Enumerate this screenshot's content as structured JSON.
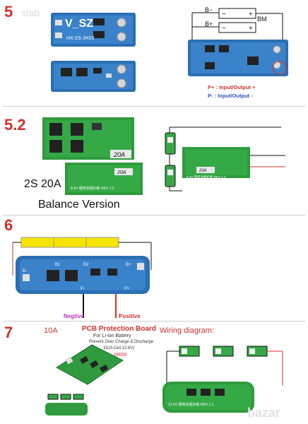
{
  "sections": [
    {
      "number": "5"
    },
    {
      "number": "5.2"
    },
    {
      "number": "6"
    },
    {
      "number": "7"
    }
  ],
  "watermarks": {
    "top": "stab",
    "bottom_right": "bazar"
  },
  "sec5": {
    "board_top_label": "V_SZ",
    "board_top_model": "HX-2S-JH10",
    "diagram": {
      "b_minus": "B−",
      "b_plus": "B+",
      "bm": "BM",
      "minus": "−",
      "plus": "+",
      "p_plus": "P+ : Input/Output +",
      "p_minus": "P-  : Input/Output -"
    }
  },
  "sec52": {
    "rating_20a": "20A",
    "label_main": "2S 20A",
    "label_sub": "Balance Version",
    "board_text": "8.4V 锂电池保护板 REV 1.2"
  },
  "sec6": {
    "negative": "Negtive",
    "positive": "Positive",
    "pads": [
      "B-",
      "B1",
      "B2",
      "B+",
      "P-",
      "P+"
    ]
  },
  "sec7": {
    "rating": "10A",
    "title": "PCB Protection Board",
    "line1": "For Li-ion Battery",
    "line2": "Prevent Over Charge & Discharge",
    "line3": "3S(3-Cell 12.6V)",
    "line4": "18650",
    "wiring": "Wiring diagram:",
    "board_text": "12.6V 锂电池保护板 REV 1.1"
  },
  "colors": {
    "accent_red": "#d0312d",
    "pcb_green": "#2f9a3e",
    "pcb_blue": "#2b6fb5",
    "battery_yellow": "#f5e400"
  }
}
